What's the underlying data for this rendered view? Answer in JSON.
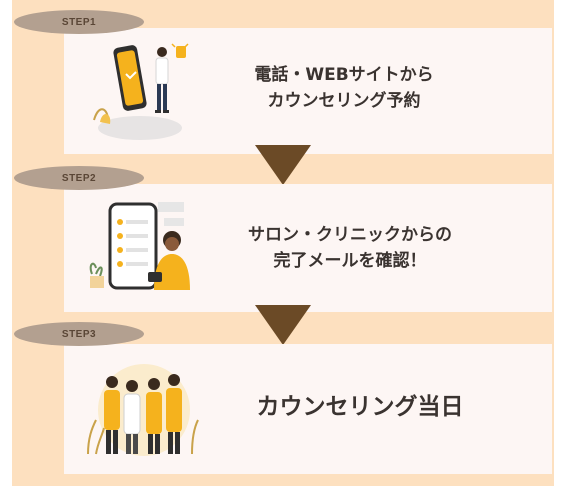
{
  "steps": [
    {
      "badge": "STEP1",
      "line1": "電話・WEBサイトから",
      "line2": "カウンセリング予約"
    },
    {
      "badge": "STEP2",
      "line1": "サロン・クリニックからの",
      "line2": "完了メールを確認！"
    },
    {
      "badge": "STEP3",
      "line1": "カウンセリング当日"
    }
  ],
  "colors": {
    "frame": "#fde0bf",
    "card": "#fdf6f4",
    "badge": "#b3a090",
    "arrow": "#6b4a26",
    "accent": "#f5b21d"
  },
  "icons": [
    "smartphone-call-icon",
    "phone-checklist-icon",
    "medical-staff-team-icon",
    "down-arrow-icon"
  ]
}
